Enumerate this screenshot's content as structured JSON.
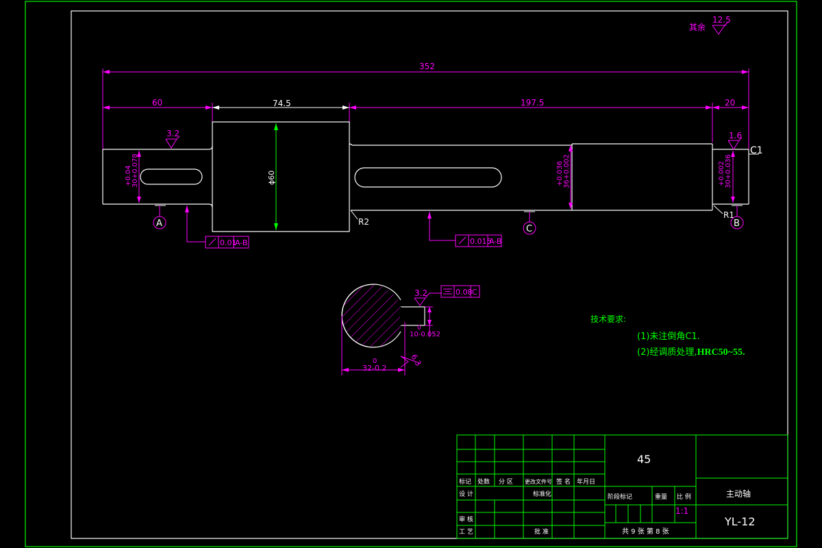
{
  "surface_finish_note": {
    "label": "其余",
    "value": "12.5"
  },
  "dimensions": {
    "overall_length": "352",
    "seg_1": "60",
    "seg_2": "74.5",
    "seg_3": "197.5",
    "seg_4": "20",
    "dia_collar": "ϕ60",
    "dia_left_top": "+0.04",
    "dia_left_bot": "30+0.078",
    "dia_mid_top": "+0.036",
    "dia_mid_bot": "36+0.002",
    "dia_right_top": "+0.002",
    "dia_right_bot": "30+0.036",
    "fillet_mid": "R2",
    "fillet_right": "R1",
    "chamfer": "C1"
  },
  "roughness": {
    "left": "3.2",
    "right": "1.6",
    "section": "3.2",
    "section_bottom": "6.3"
  },
  "datums": {
    "a": "A",
    "b": "B",
    "c": "C"
  },
  "tolerances": {
    "runout_1": {
      "value": "0.01",
      "datum": "A-B"
    },
    "runout_2": {
      "value": "0.015",
      "datum": "A-B"
    },
    "symmetry": {
      "value": "0.08",
      "datum": "C"
    }
  },
  "section": {
    "keyway_width": "10-0.052",
    "keyway_depth_top": "0",
    "diameter_top": "0",
    "diameter": "32-0.2"
  },
  "tech_requirements": {
    "title": "技术要求:",
    "item1": "(1)未注倒角C1.",
    "item2_prefix": "(2)经调质处理,",
    "item2_value": "HRC50~55."
  },
  "title_block": {
    "material": "45",
    "part_name": "主动轴",
    "drawing_no": "YL-12",
    "scale": "1:1",
    "sheet_info": "共 9 张 第 8 张",
    "headers": [
      "标记",
      "处数",
      "分 区",
      "更改文件号",
      "签 名",
      "年月日"
    ],
    "design": "设 计",
    "standardize": "标准化",
    "review": "审 核",
    "process": "工 艺",
    "approve": "批 准",
    "stage_mark": "阶段标记",
    "weight": "重量",
    "scale_label": "比 例"
  }
}
